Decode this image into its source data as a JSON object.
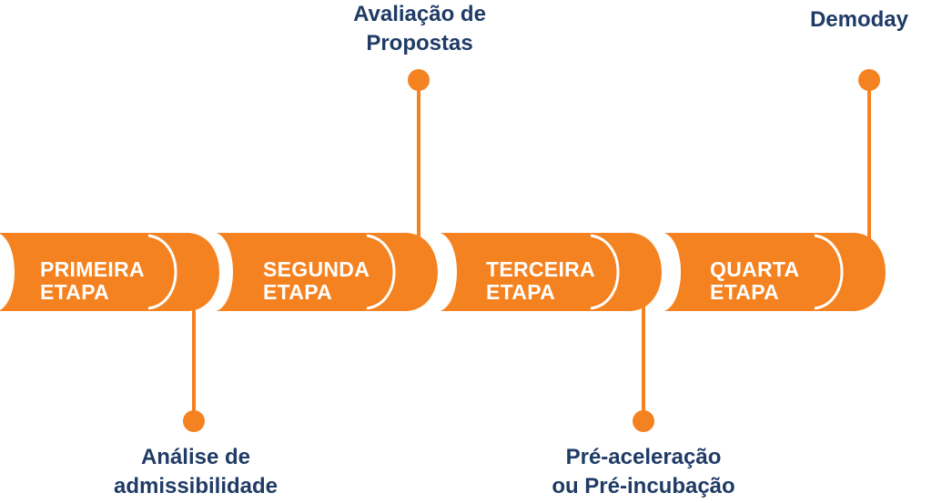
{
  "colors": {
    "orange": "#f58220",
    "navy": "#1f3b66",
    "white": "#ffffff"
  },
  "stages": [
    {
      "label": "PRIMEIRA\nETAPA"
    },
    {
      "label": "SEGUNDA\nETAPA"
    },
    {
      "label": "TERCEIRA\nETAPA"
    },
    {
      "label": "QUARTA\nETAPA"
    }
  ],
  "milestones": [
    {
      "label": "Análise de\nadmissibilidade",
      "position": "below"
    },
    {
      "label": "Avaliação de\nPropostas",
      "position": "above"
    },
    {
      "label": "Pré-aceleração\nou Pré-incubação",
      "position": "below"
    },
    {
      "label": "Demoday",
      "position": "above"
    }
  ]
}
